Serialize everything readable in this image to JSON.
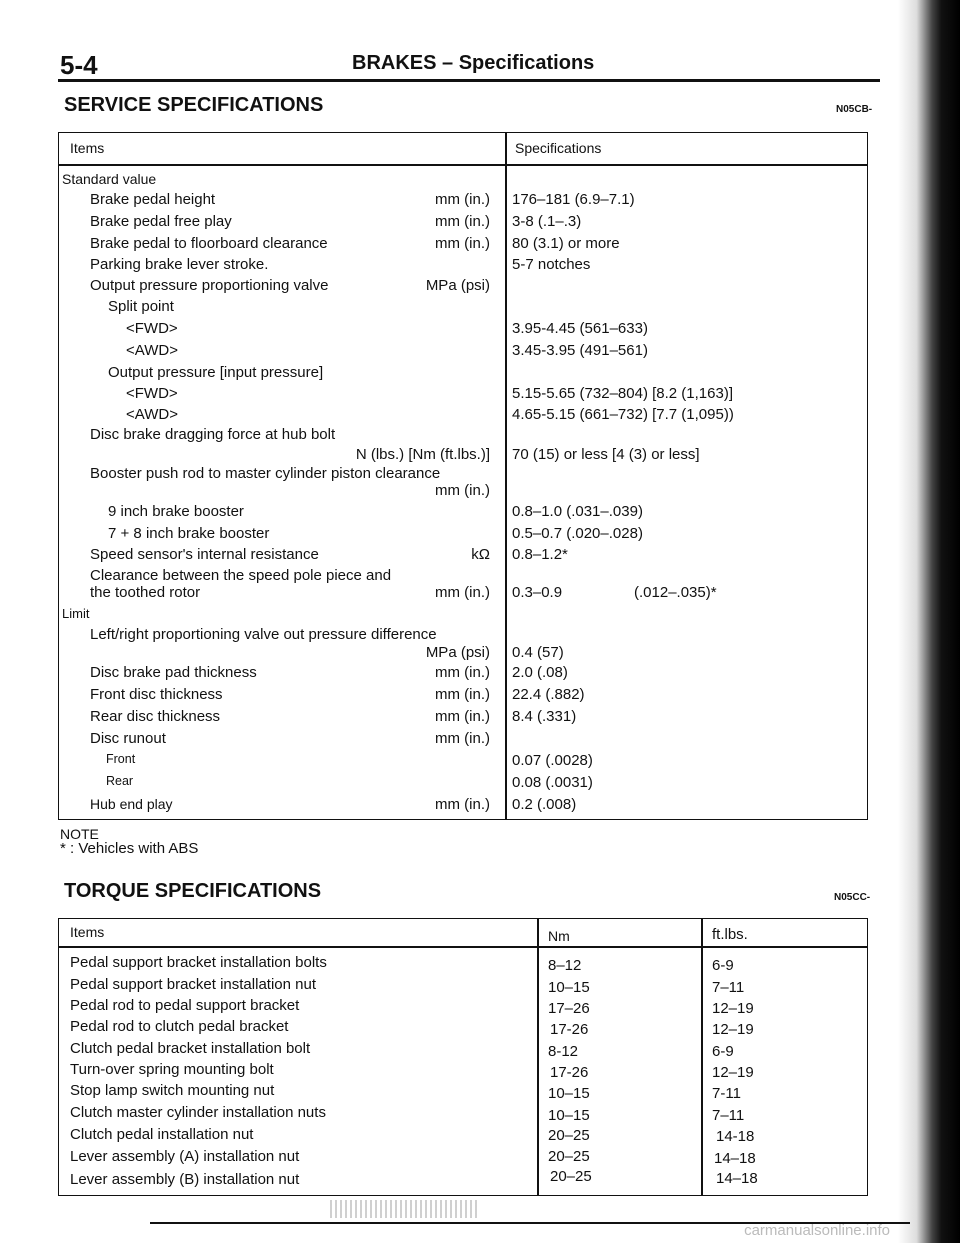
{
  "header": {
    "page": "5-4",
    "title": "BRAKES – Specifications"
  },
  "service": {
    "title": "SERVICE SPECIFICATIONS",
    "code": "N05CB-",
    "col_items": "Items",
    "col_specs": "Specifications",
    "rows": [
      {
        "label": "Standard value",
        "unit": "",
        "value": ""
      },
      {
        "label": "Brake pedal height",
        "unit": "mm (in.)",
        "value": "176–181 (6.9–7.1)"
      },
      {
        "label": "Brake pedal free play",
        "unit": "mm (in.)",
        "value": "3-8 (.1–.3)"
      },
      {
        "label": "Brake pedal to floorboard clearance",
        "unit": "mm (in.)",
        "value": "80 (3.1) or more"
      },
      {
        "label": "Parking brake lever stroke.",
        "unit": "",
        "value": "5-7 notches"
      },
      {
        "label": "Output pressure proportioning valve",
        "unit": "MPa (psi)",
        "value": ""
      },
      {
        "label": "Split point",
        "unit": "",
        "value": ""
      },
      {
        "label": "<FWD>",
        "unit": "",
        "value": "3.95-4.45 (561–633)"
      },
      {
        "label": "<AWD>",
        "unit": "",
        "value": "3.45-3.95 (491–561)"
      },
      {
        "label": "Output pressure [input pressure]",
        "unit": "",
        "value": ""
      },
      {
        "label": "<FWD>",
        "unit": "",
        "value": "5.15-5.65 (732–804) [8.2 (1,163)]"
      },
      {
        "label": "<AWD>",
        "unit": "",
        "value": "4.65-5.15 (661–732) [7.7 (1,095))"
      },
      {
        "label": "Disc brake dragging force at hub bolt",
        "unit": "N (lbs.) [Nm (ft.lbs.)]",
        "value": "70 (15) or less [4 (3) or less]"
      },
      {
        "label": "Booster push rod to master cylinder piston clearance",
        "unit": "mm (in.)",
        "value": ""
      },
      {
        "label": "9 inch brake booster",
        "unit": "",
        "value": "0.8–1.0 (.031–.039)"
      },
      {
        "label": "7 + 8 inch brake booster",
        "unit": "",
        "value": "0.5–0.7 (.020–.028)"
      },
      {
        "label": "Speed sensor's internal resistance",
        "unit": "kΩ",
        "value": "0.8–1.2*"
      },
      {
        "label": "Clearance between the speed pole piece and",
        "unit": "",
        "value": ""
      },
      {
        "label": "the toothed rotor",
        "unit": "mm (in.)",
        "value": "0.3–0.9"
      },
      {
        "label": "Limit",
        "unit": "",
        "value": ""
      },
      {
        "label": "Left/right proportioning valve out pressure difference",
        "unit": "MPa (psi)",
        "value": "0.4 (57)"
      },
      {
        "label": "Disc brake pad thickness",
        "unit": "mm (in.)",
        "value": "2.0 (.08)"
      },
      {
        "label": "Front disc thickness",
        "unit": "mm (in.)",
        "value": "22.4 (.882)"
      },
      {
        "label": "Rear disc thickness",
        "unit": "mm (in.)",
        "value": "8.4 (.331)"
      },
      {
        "label": "Disc runout",
        "unit": "mm (in.)",
        "value": ""
      },
      {
        "label": "Front",
        "unit": "",
        "value": "0.07 (.0028)"
      },
      {
        "label": "Rear",
        "unit": "",
        "value": "0.08 (.0031)"
      },
      {
        "label": "Hub end play",
        "unit": "mm (in.)",
        "value": "0.2 (.008)"
      }
    ],
    "clearance_value_b": "(.012–.035)*",
    "note_title": "NOTE",
    "note_text": "* : Vehicles with ABS"
  },
  "torque": {
    "title": "TORQUE SPECIFICATIONS",
    "code": "N05CC-",
    "col_items": "Items",
    "col_nm": "Nm",
    "col_ftlbs": "ft.lbs.",
    "rows": [
      {
        "item": "Pedal support bracket installation bolts",
        "nm": "8–12",
        "ftlbs": "6-9"
      },
      {
        "item": "Pedal support bracket installation nut",
        "nm": "10–15",
        "ftlbs": "7–11"
      },
      {
        "item": "Pedal rod to pedal support bracket",
        "nm": "17–26",
        "ftlbs": "12–19"
      },
      {
        "item": "Pedal rod to clutch pedal bracket",
        "nm": "17-26",
        "ftlbs": "12–19"
      },
      {
        "item": "Clutch pedal bracket installation bolt",
        "nm": "8-12",
        "ftlbs": "6-9"
      },
      {
        "item": "Turn-over spring mounting bolt",
        "nm": "17-26",
        "ftlbs": "12–19"
      },
      {
        "item": "Stop lamp switch mounting nut",
        "nm": "10–15",
        "ftlbs": "7-11"
      },
      {
        "item": "Clutch master cylinder installation nuts",
        "nm": "10–15",
        "ftlbs": "7–11"
      },
      {
        "item": "Clutch pedal installation nut",
        "nm": "20–25",
        "ftlbs": "14-18"
      },
      {
        "item": "Lever assembly (A) installation nut",
        "nm": "20–25",
        "ftlbs": "14–18"
      },
      {
        "item": "Lever assembly (B) installation nut",
        "nm": "20–25",
        "ftlbs": "14–18"
      }
    ]
  },
  "watermark": "carmanualsonline.info"
}
